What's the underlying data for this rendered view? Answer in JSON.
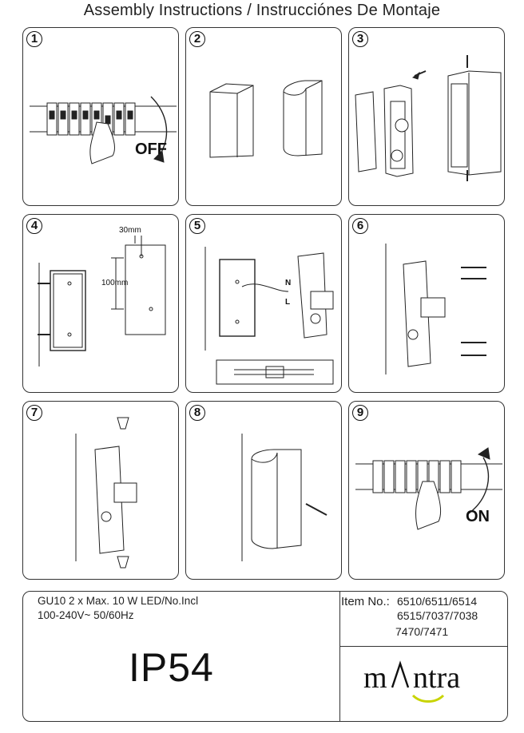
{
  "header": {
    "title": "Assembly Instructions / Instrucciónes De Montaje"
  },
  "steps": [
    {
      "number": "1",
      "label": "OFF"
    },
    {
      "number": "2"
    },
    {
      "number": "3"
    },
    {
      "number": "4",
      "dim_horizontal": "30mm",
      "dim_vertical": "100mm"
    },
    {
      "number": "5",
      "wire_n": "N",
      "wire_l": "L"
    },
    {
      "number": "6"
    },
    {
      "number": "7"
    },
    {
      "number": "8"
    },
    {
      "number": "9",
      "label": "ON"
    }
  ],
  "spec": {
    "line1": "GU10  2 x Max. 10 W LED/No.Incl",
    "line2": "100-240V~ 50/60Hz",
    "ip_rating": "IP54",
    "item_label": "Item No.:",
    "item_numbers": [
      "6510/6511/6514",
      "6515/7037/7038",
      "7470/7471"
    ],
    "brand": "mantra",
    "brand_accent": "#c8d400"
  }
}
